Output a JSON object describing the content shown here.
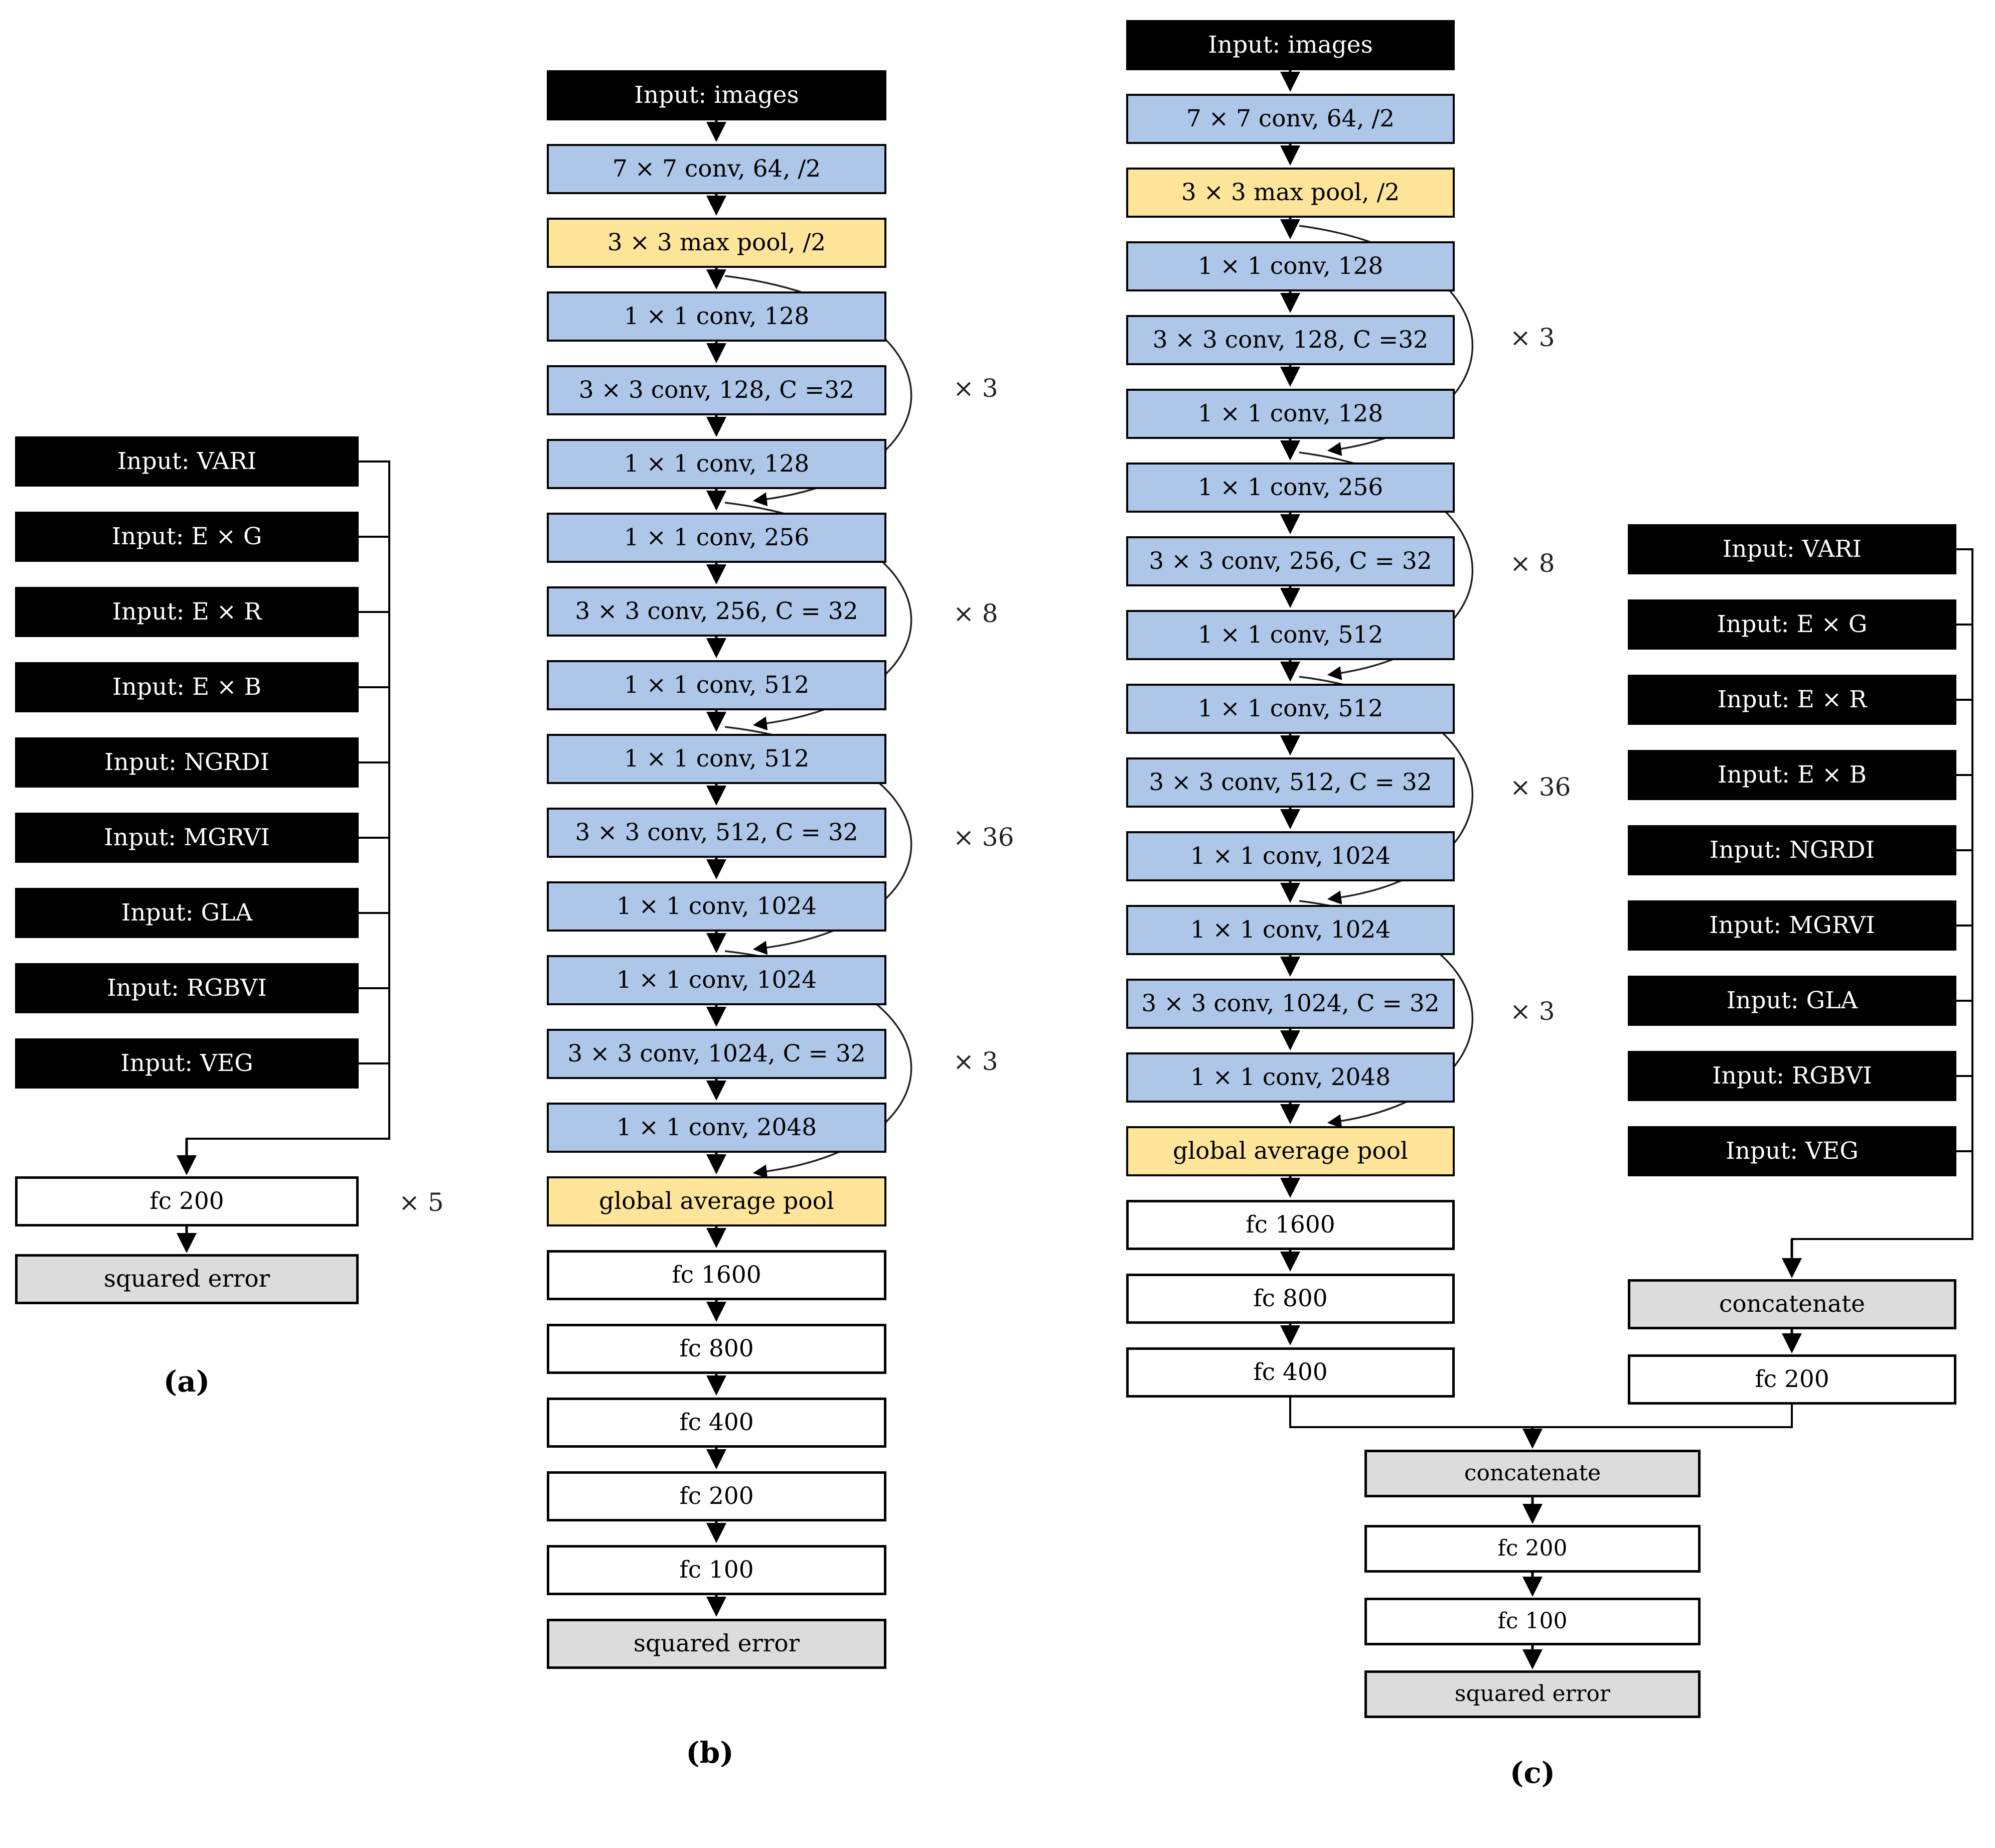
{
  "colors": {
    "input_box_bg": "#000000",
    "input_box_text": "#ffffff",
    "conv_box_bg": "#AEC7E8",
    "pool_box_bg": "#FFE599",
    "fc_box_bg": "#FFFFFF",
    "loss_box_bg": "#DCDCDC",
    "box_border": "#000000"
  },
  "panel_a": {
    "caption": "(a)",
    "inputs": [
      "Input: VARI",
      "Input: E × G",
      "Input: E × R",
      "Input: E × B",
      "Input: NGRDI",
      "Input: MGRVI",
      "Input: GLA",
      "Input: RGBVI",
      "Input: VEG"
    ],
    "fc": "fc 200",
    "repeat": "× 5",
    "loss": "squared error"
  },
  "panel_b": {
    "caption": "(b)",
    "rows": [
      "Input: images",
      "7 × 7 conv, 64, /2",
      "3 × 3 max pool, /2",
      "1 × 1 conv, 128",
      "3 × 3 conv, 128, C =32",
      "1 × 1 conv, 128",
      "1 × 1 conv, 256",
      "3 × 3 conv, 256, C = 32",
      "1 × 1 conv, 512",
      "1 × 1 conv, 512",
      "3 × 3 conv, 512, C = 32",
      "1 × 1 conv, 1024",
      "1 × 1 conv, 1024",
      "3 × 3 conv, 1024, C = 32",
      "1 × 1 conv, 2048",
      "global average pool",
      "fc 1600",
      "fc 800",
      "fc 400",
      "fc 200",
      "fc 100",
      "squared error"
    ],
    "repeats": [
      "× 3",
      "× 8",
      "× 36",
      "× 3"
    ]
  },
  "panel_c": {
    "caption": "(c)",
    "cnn_rows": [
      "Input: images",
      "7 × 7 conv, 64, /2",
      "3 × 3 max pool, /2",
      "1 × 1 conv, 128",
      "3 × 3 conv, 128, C =32",
      "1 × 1 conv, 128",
      "1 × 1 conv, 256",
      "3 × 3 conv, 256, C = 32",
      "1 × 1 conv, 512",
      "1 × 1 conv, 512",
      "3 × 3 conv, 512, C = 32",
      "1 × 1 conv, 1024",
      "1 × 1 conv, 1024",
      "3 × 3 conv, 1024, C = 32",
      "1 × 1 conv, 2048",
      "global average pool",
      "fc 1600",
      "fc 800",
      "fc 400"
    ],
    "repeats": [
      "× 3",
      "× 8",
      "× 36",
      "× 3"
    ],
    "inputs": [
      "Input: VARI",
      "Input: E × G",
      "Input: E × R",
      "Input: E × B",
      "Input: NGRDI",
      "Input: MGRVI",
      "Input: GLA",
      "Input: RGBVI",
      "Input: VEG"
    ],
    "right_concat": "concatenate",
    "right_fc": "fc 200",
    "merge_rows": [
      "concatenate",
      "fc 200",
      "fc 100",
      "squared error"
    ]
  }
}
